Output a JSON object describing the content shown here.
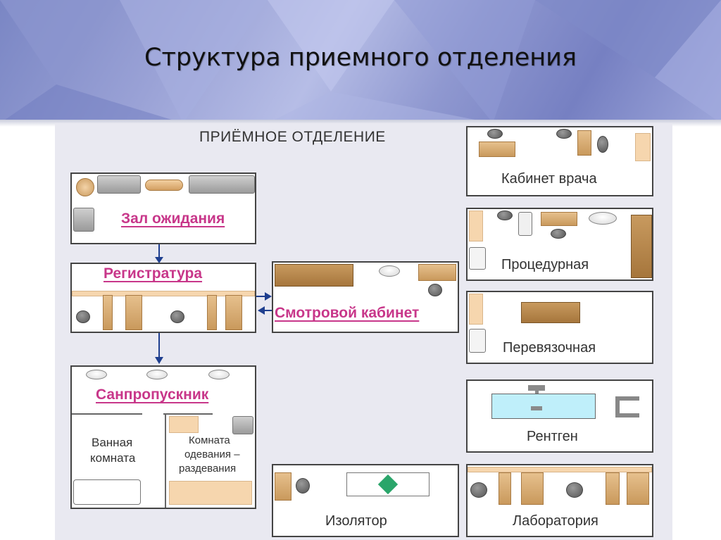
{
  "slide": {
    "title": "Структура приемного отделения"
  },
  "figure": {
    "heading": "ПРИЁМНОЕ ОТДЕЛЕНИЕ",
    "rooms": {
      "waiting": "Зал ожидания",
      "registry": "Регистратура",
      "exam": "Смотровой кабинет",
      "sanitary": "Санпропускник",
      "bath_line1": "Ванная",
      "bath_line2": "комната",
      "dressing_line1": "Комната",
      "dressing_line2": "одевания –",
      "dressing_line3": "раздевания",
      "doctor": "Кабинет врача",
      "procedure": "Процедурная",
      "dressing_room": "Перевязочная",
      "xray": "Рентген",
      "isolator": "Изолятор",
      "lab": "Лаборатория"
    }
  },
  "colors": {
    "accent_pink": "#c8378a",
    "arrow_blue": "#1f3f8f",
    "wood": "#d5a46a"
  }
}
